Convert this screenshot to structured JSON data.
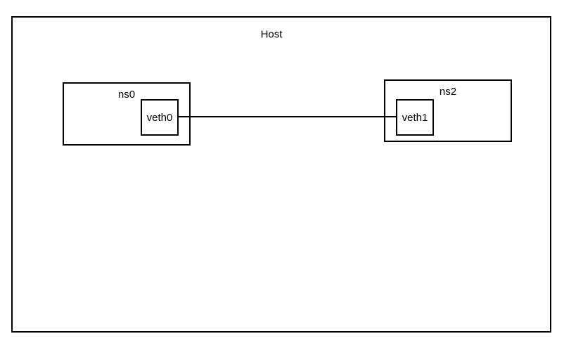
{
  "host": {
    "label": "Host"
  },
  "namespaces": [
    {
      "label": "ns0",
      "interface": {
        "label": "veth0"
      }
    },
    {
      "label": "ns2",
      "interface": {
        "label": "veth1"
      }
    }
  ],
  "link": {
    "from": "veth0",
    "to": "veth1",
    "style": "solid-horizontal"
  },
  "colors": {
    "border": "#000000",
    "background": "#ffffff",
    "text": "#000000"
  }
}
